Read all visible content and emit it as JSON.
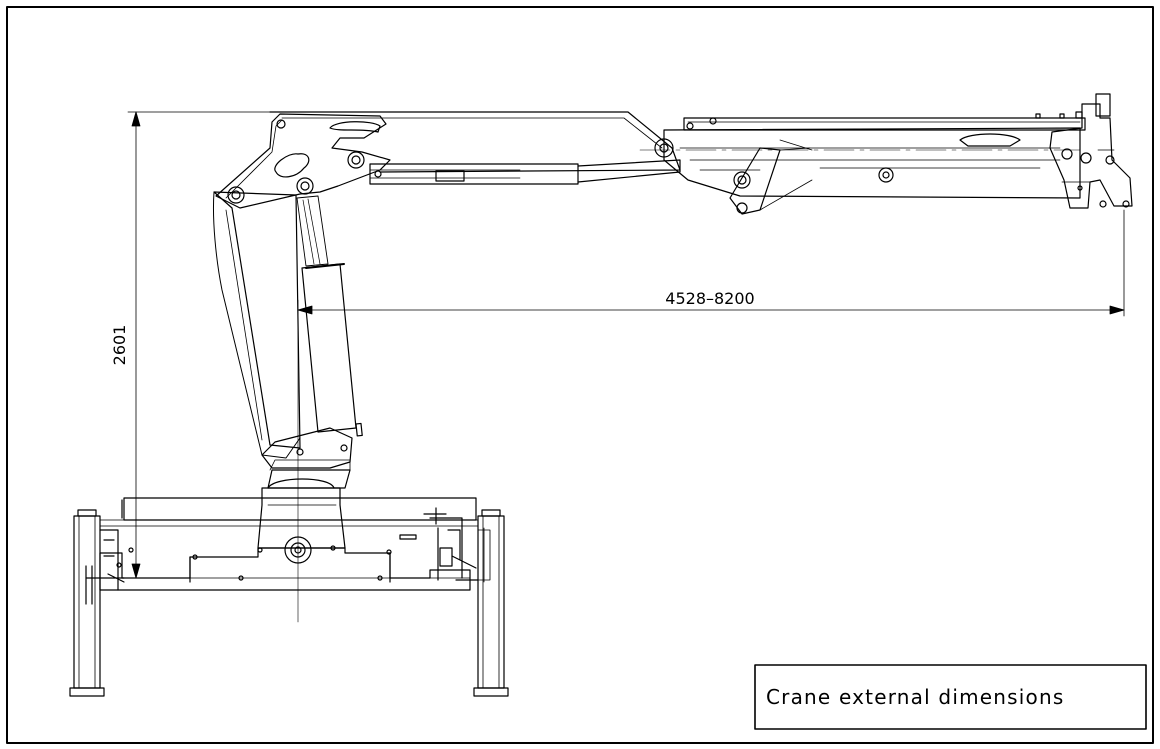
{
  "drawing": {
    "height_dimension": "2601",
    "reach_dimension": "4528–8200",
    "title": "Crane external dimensions"
  }
}
